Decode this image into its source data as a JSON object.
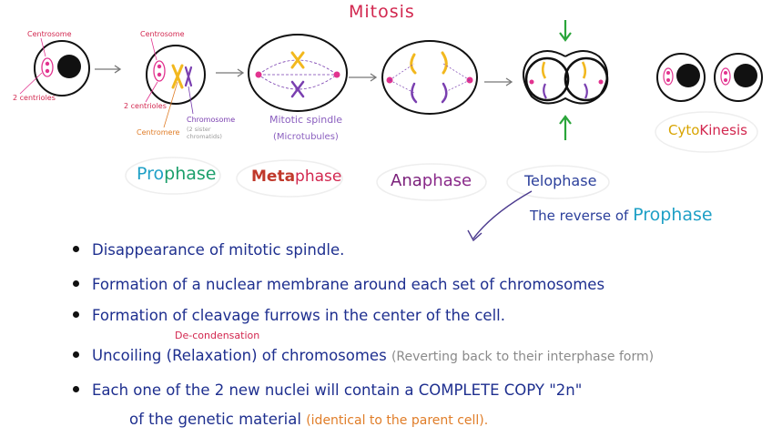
{
  "title": "Mitosis",
  "labels": {
    "centrosome_1": "Centrosome",
    "centrioles_1": "2 centrioles",
    "centrosome_2": "Centrosome",
    "centrioles_2": "2 centrioles",
    "centromere": "Centromere",
    "chromosome": "Chromosome",
    "sister_chromatids": "(2 sister chromatids)",
    "mitotic_spindle": "Mitotic spindle",
    "microtubules": "(Microtubules)"
  },
  "phases": {
    "prophase": {
      "part1": "Pro",
      "part2": "phase"
    },
    "metaphase": {
      "part1": "Meta",
      "part2": "phase"
    },
    "anaphase": {
      "part1": "Ana",
      "part2": "phase"
    },
    "telophase": "Telophase",
    "cytokinesis": {
      "part1": "Cyto",
      "part2": "Kinesis"
    }
  },
  "telophase_note": {
    "part1": "The reverse",
    "part2": "of",
    "part3": "Prophase"
  },
  "bullets": [
    {
      "text": "Disappearance of mitotic spindle."
    },
    {
      "text": "Formation of a nuclear membrane around each set of chromosomes"
    },
    {
      "text": "Formation of cleavage furrows in the center of the cell."
    },
    {
      "annotation": "De-condensation",
      "text": "Uncoiling (Relaxation) of chromosomes",
      "aside": "(Reverting back to their interphase form)"
    },
    {
      "text": "Each one of the 2 new nuclei will contain a COMPLETE COPY \"2n\"",
      "cont": "of the genetic material",
      "aside": "(identical to the parent cell)."
    }
  ],
  "colors": {
    "title": "#d2274f",
    "bullet_text": "#1e2f8f",
    "pink": "#e2338f",
    "yellow": "#f2b81e",
    "purple": "#7a3fb0",
    "green": "#2aa53a"
  }
}
